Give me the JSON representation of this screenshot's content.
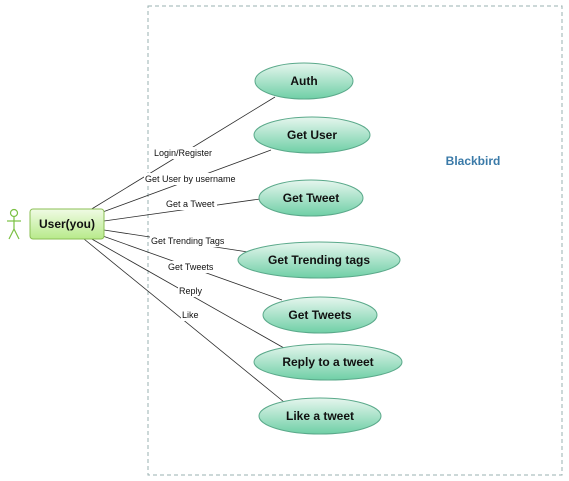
{
  "system": {
    "title": "Blackbird"
  },
  "actor": {
    "label": "User(you)",
    "icon": "stick-figure-icon"
  },
  "use_cases": [
    {
      "id": "auth",
      "label": "Auth"
    },
    {
      "id": "get-user",
      "label": "Get User"
    },
    {
      "id": "get-tweet",
      "label": "Get Tweet"
    },
    {
      "id": "get-trending-tags",
      "label": "Get Trending tags"
    },
    {
      "id": "get-tweets",
      "label": "Get Tweets"
    },
    {
      "id": "reply-to-a-tweet",
      "label": "Reply to a tweet"
    },
    {
      "id": "like-a-tweet",
      "label": "Like a tweet"
    }
  ],
  "edges": [
    {
      "from": "actor",
      "to": "auth",
      "label": "Login/Register"
    },
    {
      "from": "actor",
      "to": "get-user",
      "label": "Get User by username"
    },
    {
      "from": "actor",
      "to": "get-tweet",
      "label": "Get a Tweet"
    },
    {
      "from": "actor",
      "to": "get-trending-tags",
      "label": "Get Trending Tags"
    },
    {
      "from": "actor",
      "to": "get-tweets",
      "label": "Get Tweets"
    },
    {
      "from": "actor",
      "to": "reply-to-a-tweet",
      "label": "Reply"
    },
    {
      "from": "actor",
      "to": "like-a-tweet",
      "label": "Like"
    }
  ],
  "colors": {
    "usecase_fill_top": "#e6f6ee",
    "usecase_fill_bottom": "#6fcfa6",
    "usecase_stroke": "#5aa98a",
    "actor_fill_top": "#f0fbe4",
    "actor_fill_bottom": "#b7ea8a",
    "actor_stroke": "#8bbf55",
    "system_title": "#3a7aa8",
    "boundary": "#9ab0b0"
  }
}
